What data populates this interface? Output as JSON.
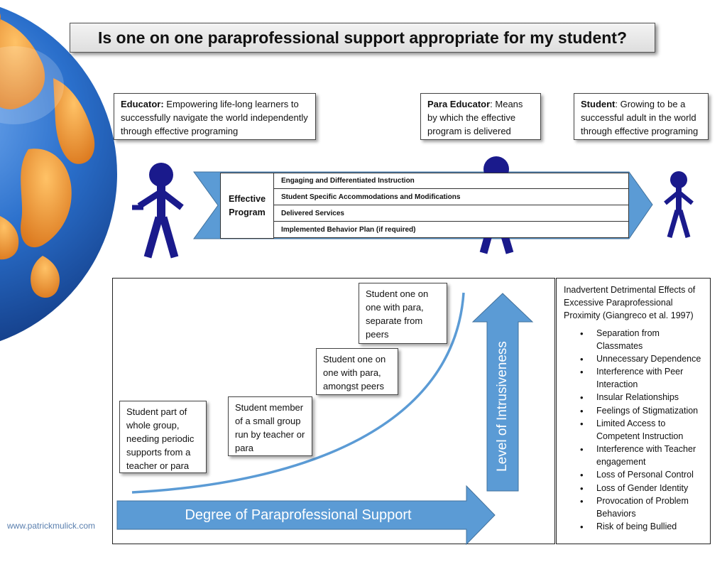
{
  "title": "Is one on one paraprofessional support appropriate for my student?",
  "roles": {
    "educator": {
      "label": "Educator:",
      "text": "Empowering life-long learners to successfully navigate the world independently through effective programing"
    },
    "para": {
      "label": "Para Educator",
      "text": ": Means by which the effective program is delivered"
    },
    "student": {
      "label": "Student",
      "text": ": Growing to be a successful adult in the world through effective programing"
    }
  },
  "program": {
    "label": "Effective Program",
    "rows": [
      "Engaging and Differentiated Instruction",
      "Student Specific Accommodations and Modifications",
      "Delivered Services",
      "Implemented Behavior Plan (if required)"
    ]
  },
  "steps": [
    "Student part of whole group, needing periodic supports from a teacher or para",
    "Student member of a small group run by teacher or para",
    "Student one on one with para, amongst peers",
    "Student one on one with para, separate from peers"
  ],
  "axes": {
    "x_label": "Degree of Paraprofessional Support",
    "y_label": "Level of Intrusiveness"
  },
  "effects": {
    "title": "Inadvertent Detrimental Effects of Excessive Paraprofessional Proximity (Giangreco et al. 1997)",
    "items": [
      "Separation from Classmates",
      "Unnecessary Dependence",
      "Interference with Peer Interaction",
      "Insular Relationships",
      "Feelings of Stigmatization",
      "Limited Access to Competent Instruction",
      "Interference with Teacher engagement",
      "Loss of Personal Control",
      "Loss of Gender Identity",
      "Provocation of Problem Behaviors",
      "Risk of being Bullied"
    ]
  },
  "website": "www.patrickmulick.com",
  "colors": {
    "figure": "#1a1a8c",
    "arrow_fill": "#5b9bd5",
    "arrow_stroke": "#41719c",
    "curve": "#5b9bd5",
    "ocean": "#1f5fb5",
    "land": "#e8882a"
  }
}
